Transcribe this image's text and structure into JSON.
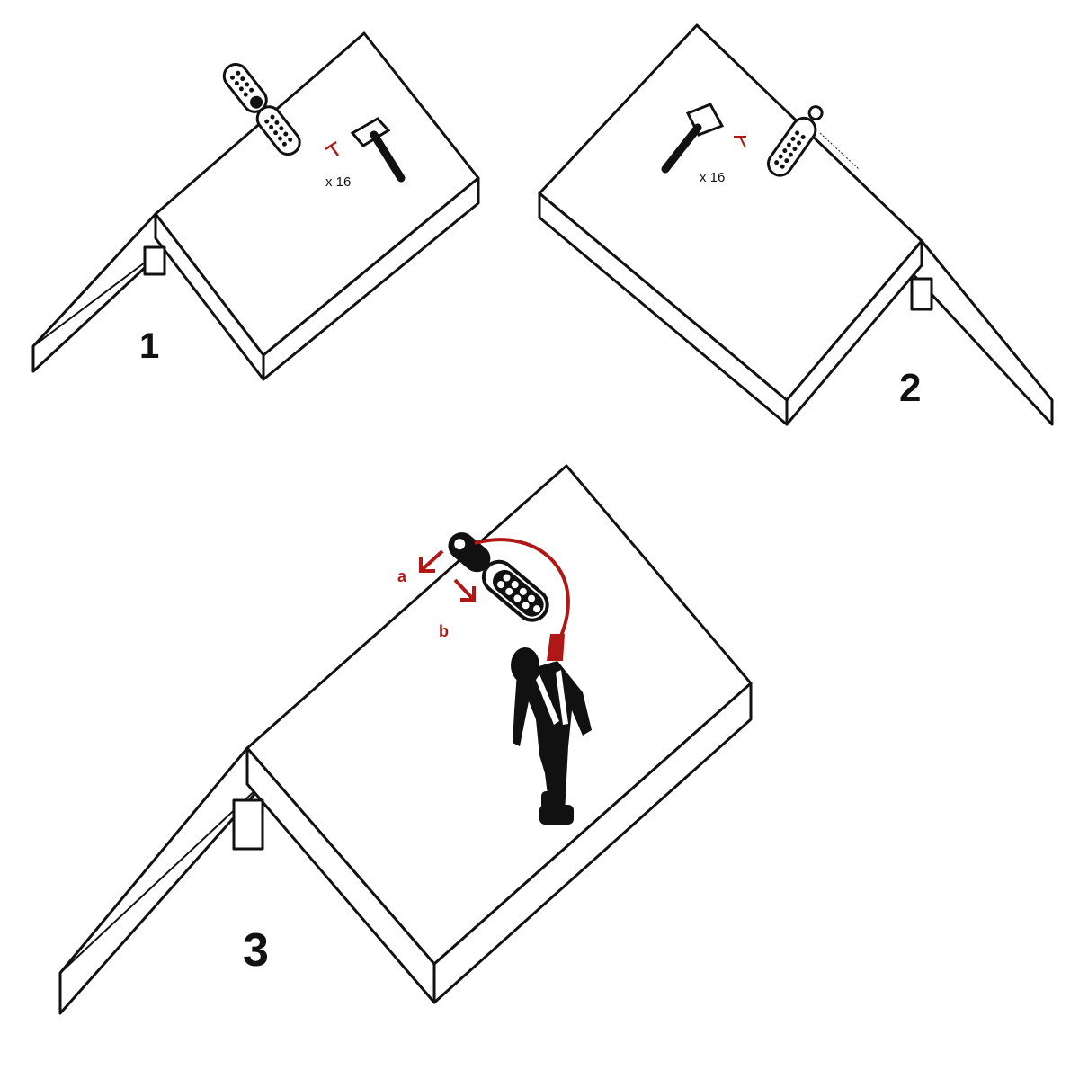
{
  "steps": [
    {
      "number": "1",
      "nail_count": "x 16"
    },
    {
      "number": "2",
      "nail_count": "x 16"
    },
    {
      "number": "3",
      "label_a": "a",
      "label_b": "b"
    }
  ],
  "colors": {
    "line": "#111111",
    "accent_red": "#b01818",
    "background": "#ffffff"
  },
  "icons": [
    "anchor-plate-icon",
    "hammer-icon",
    "nail-icon",
    "worker-silhouette-icon",
    "lanyard-icon",
    "arrow-icon"
  ]
}
